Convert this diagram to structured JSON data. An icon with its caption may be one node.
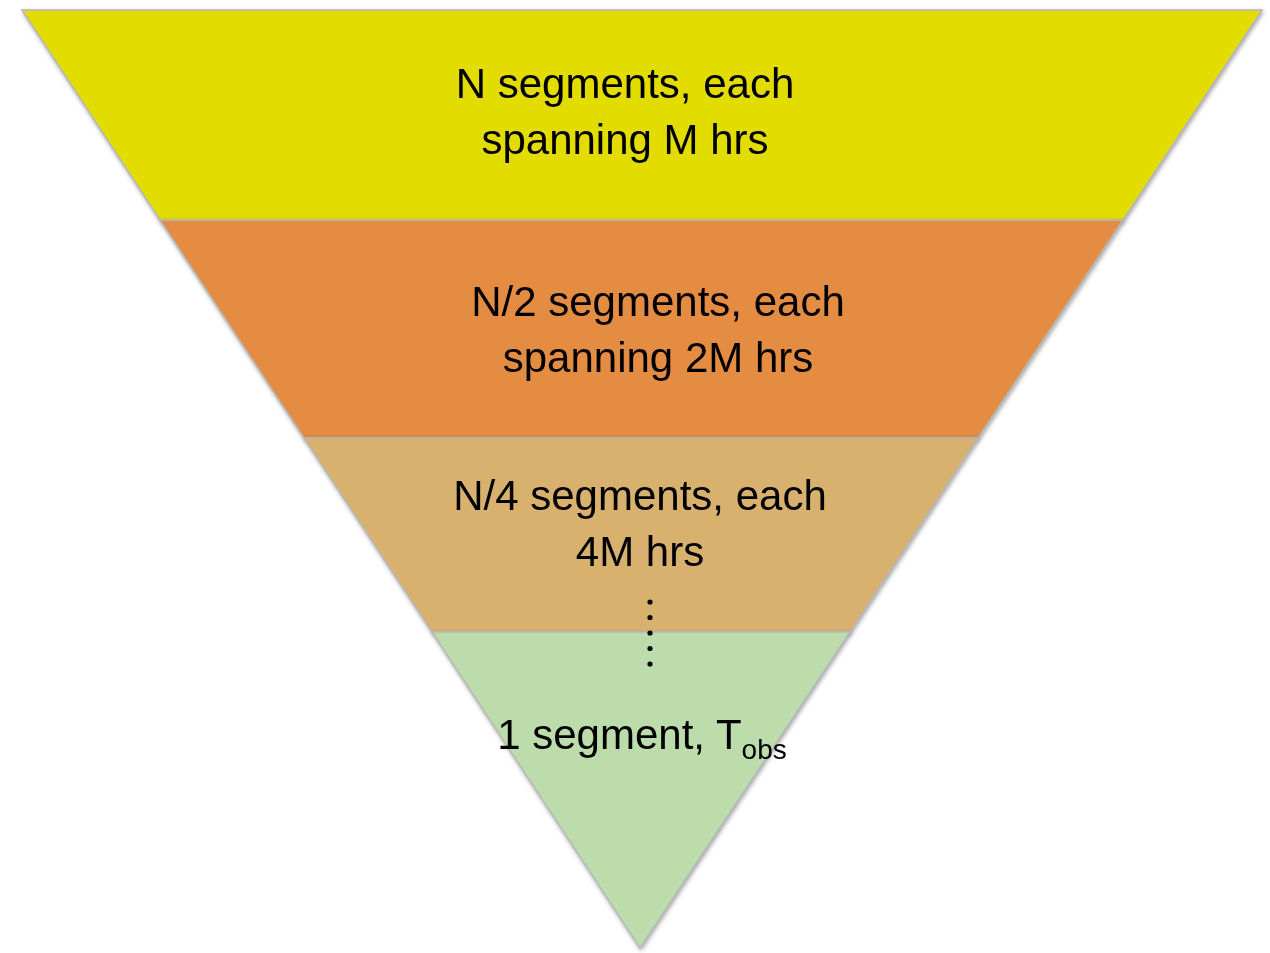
{
  "diagram": {
    "nodes": [
      {
        "text": [
          "N segments, each spanning M hrs"
        ]
      },
      {
        "text": [
          "N/2 segments, each spanning 2M hrs"
        ]
      },
      {
        "text": [
          "N/4 segments, each 4M hrs"
        ]
      },
      {
        "text": [
          "1 segment, T$_{obs}$"
        ]
      }
    ]
  }
}
